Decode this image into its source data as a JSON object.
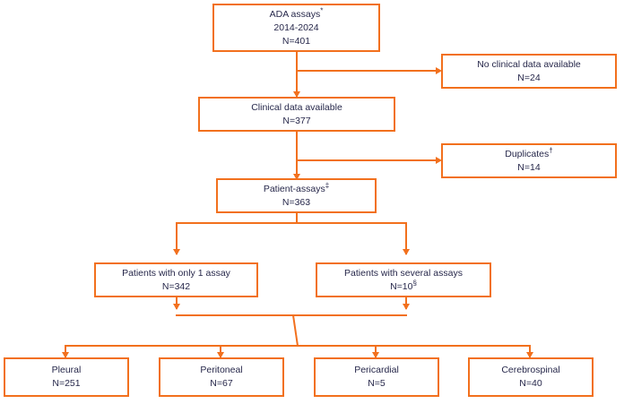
{
  "diagram": {
    "title": "ADA assays study flow diagram",
    "type": "flowchart",
    "accent_color": "#F2701D",
    "text_color": "#26274A",
    "background_color": "#FFFFFF"
  },
  "nodes": {
    "ada_assays": {
      "line1": "ADA assays*",
      "line2": "2014-2024",
      "line3": "N=401"
    },
    "no_clinical_data": {
      "line1": "No clinical data available",
      "line2": "N=24"
    },
    "clinical_data": {
      "line1": "Clinical data available",
      "line2": "N=377"
    },
    "duplicates": {
      "line1": "Duplicates†",
      "line2": "N=14"
    },
    "patient_assays": {
      "line1": "Patient-assays‡",
      "line2": "N=363"
    },
    "only_one_assay": {
      "line1": "Patients with only 1 assay",
      "line2": "N=342"
    },
    "several_assays": {
      "line1": "Patients with several assays",
      "line2": "N=10§"
    },
    "pleural": {
      "line1": "Pleural",
      "line2": "N=251"
    },
    "peritoneal": {
      "line1": "Peritoneal",
      "line2": "N=67"
    },
    "pericardial": {
      "line1": "Pericardial",
      "line2": "N=5"
    },
    "cerebrospinal": {
      "line1": "Cerebrospinal",
      "line2": "N=40"
    }
  },
  "chart_data": {
    "type": "flow",
    "title": "ADA assays study flow diagram",
    "levels": [
      {
        "level": 1,
        "items": [
          {
            "label": "ADA assays*",
            "period": "2014-2024",
            "n": 401
          }
        ]
      },
      {
        "level": 2,
        "items": [
          {
            "label": "Clinical data available",
            "n": 377
          },
          {
            "label": "No clinical data available",
            "n": 24,
            "branch": "excluded"
          }
        ]
      },
      {
        "level": 3,
        "items": [
          {
            "label": "Patient-assays‡",
            "n": 363
          },
          {
            "label": "Duplicates†",
            "n": 14,
            "branch": "excluded"
          }
        ]
      },
      {
        "level": 4,
        "items": [
          {
            "label": "Patients with only 1 assay",
            "n": 342
          },
          {
            "label": "Patients with several assays",
            "n": 10
          }
        ]
      },
      {
        "level": 5,
        "items": [
          {
            "label": "Pleural",
            "n": 251
          },
          {
            "label": "Peritoneal",
            "n": 67
          },
          {
            "label": "Pericardial",
            "n": 5
          },
          {
            "label": "Cerebrospinal",
            "n": 40
          }
        ]
      }
    ],
    "footnote_markers": [
      "*",
      "†",
      "‡",
      "§"
    ]
  }
}
